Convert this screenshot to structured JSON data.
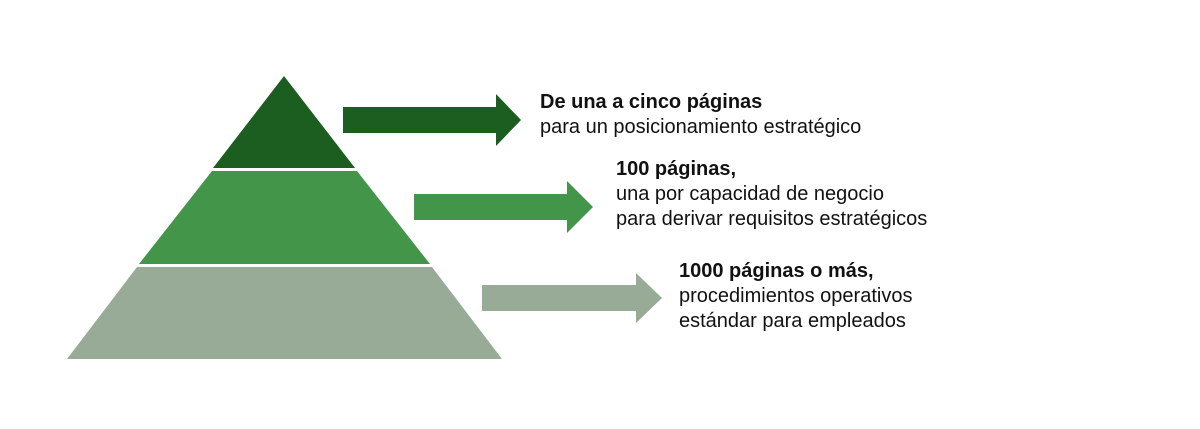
{
  "colors": {
    "top": "#1b5e20",
    "middle": "#43954a",
    "bottom": "#97ab97"
  },
  "levels": [
    {
      "key": "top",
      "title": "De una a cinco páginas",
      "lines": [
        "para un posicionamiento estratégico"
      ]
    },
    {
      "key": "middle",
      "title": "100 páginas,",
      "lines": [
        "una por capacidad de negocio",
        "para derivar requisitos estratégicos"
      ]
    },
    {
      "key": "bottom",
      "title": "1000 páginas o más,",
      "lines": [
        "procedimientos operativos",
        "estándar para empleados"
      ]
    }
  ]
}
